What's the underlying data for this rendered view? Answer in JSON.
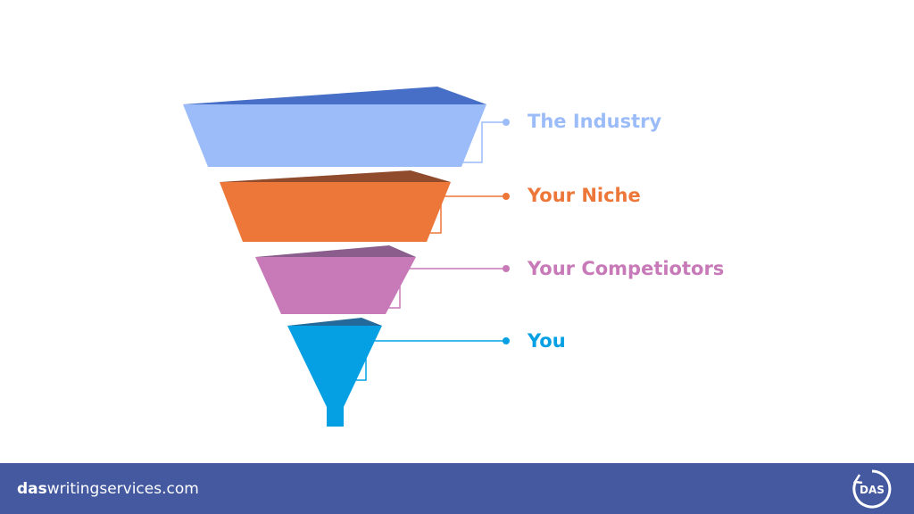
{
  "funnel": {
    "stages": [
      {
        "label": "The Industry",
        "color": "#9bbcf9"
      },
      {
        "label": "Your Niche",
        "color": "#ec7739"
      },
      {
        "label": "Your Competiotors",
        "color": "#c779b8"
      },
      {
        "label": "You",
        "color": "#05a0e4"
      }
    ]
  },
  "footer": {
    "site_prefix": "das",
    "site_suffix": "writingservices.com",
    "logo_text": "DAS",
    "background": "#44599f"
  }
}
